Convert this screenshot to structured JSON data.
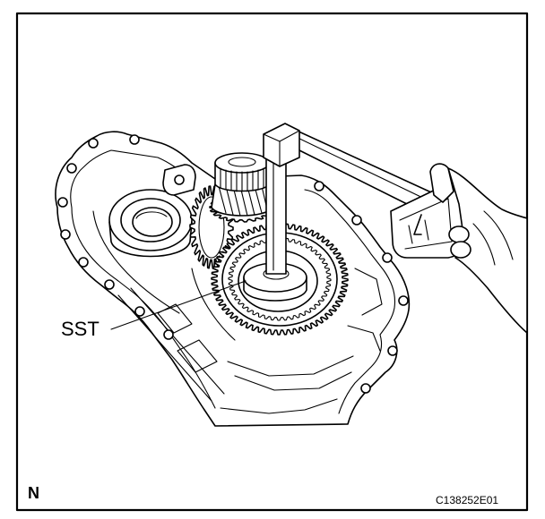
{
  "figure": {
    "callout_label": "SST",
    "orientation_mark": "N",
    "figure_code": "C138252E01"
  },
  "colors": {
    "line": "#000000",
    "background": "#ffffff"
  }
}
